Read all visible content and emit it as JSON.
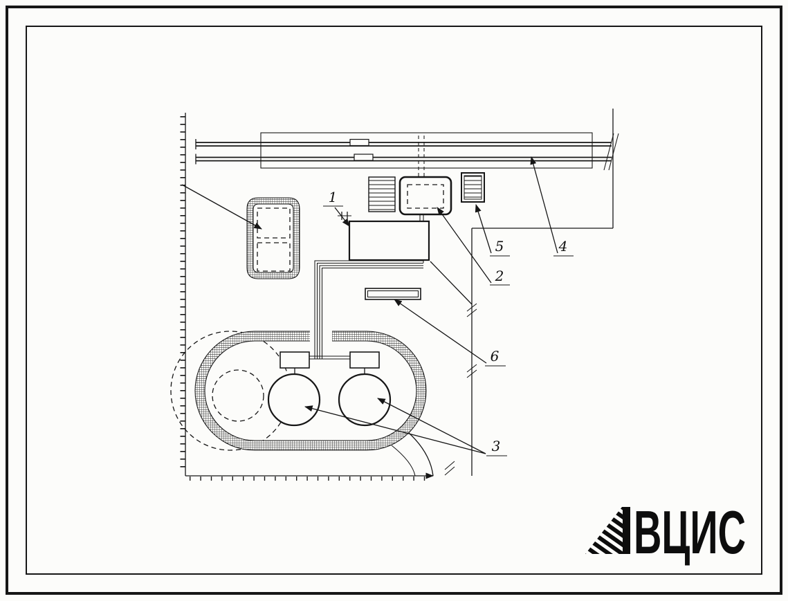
{
  "drawing": {
    "callouts": {
      "c1": {
        "label": "1"
      },
      "c2": {
        "label": "2"
      },
      "c3": {
        "label": "3"
      },
      "c4": {
        "label": "4"
      },
      "c5": {
        "label": "5"
      },
      "c6": {
        "label": "6"
      }
    },
    "logo": {
      "text": "ВЦИС"
    },
    "colors": {
      "ink": "#161616",
      "paper": "#fcfcfa"
    }
  }
}
